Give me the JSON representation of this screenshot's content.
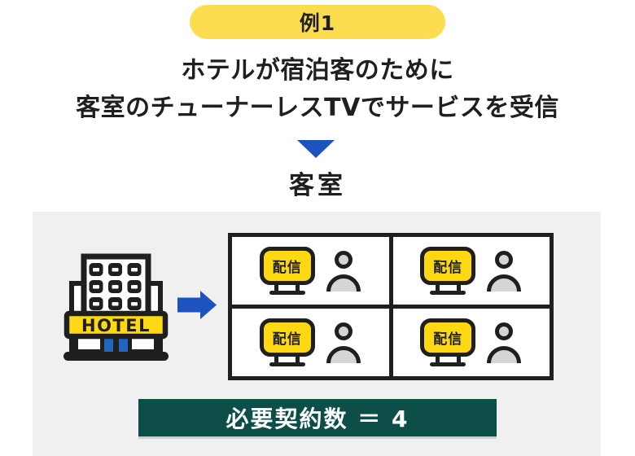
{
  "badge": {
    "label": "例1"
  },
  "title": {
    "line1": "ホテルが宿泊客のために",
    "line2": "客室のチューナーレスTVでサービスを受信"
  },
  "section": {
    "heading": "客室"
  },
  "diagram": {
    "hotel_label": "HOTEL",
    "rooms": [
      {
        "tv_label": "配信"
      },
      {
        "tv_label": "配信"
      },
      {
        "tv_label": "配信"
      },
      {
        "tv_label": "配信"
      }
    ],
    "result_label": "必要契約数 ＝ 4"
  },
  "icons": {
    "down_arrow": "down-triangle-arrow",
    "right_arrow": "right-block-arrow",
    "hotel": "hotel-building",
    "tv": "tv-on-stand",
    "person": "person-bust"
  },
  "colors": {
    "badge_yellow": "#FBDD4F",
    "tv_yellow": "#FED813",
    "arrow_blue": "#1D53BE",
    "door_blue": "#1E66C0",
    "banner_green": "#0D4F48",
    "panel_gray": "#F0F0F1",
    "ink": "#1F1F1F",
    "person_gray": "#D5D5D6"
  }
}
